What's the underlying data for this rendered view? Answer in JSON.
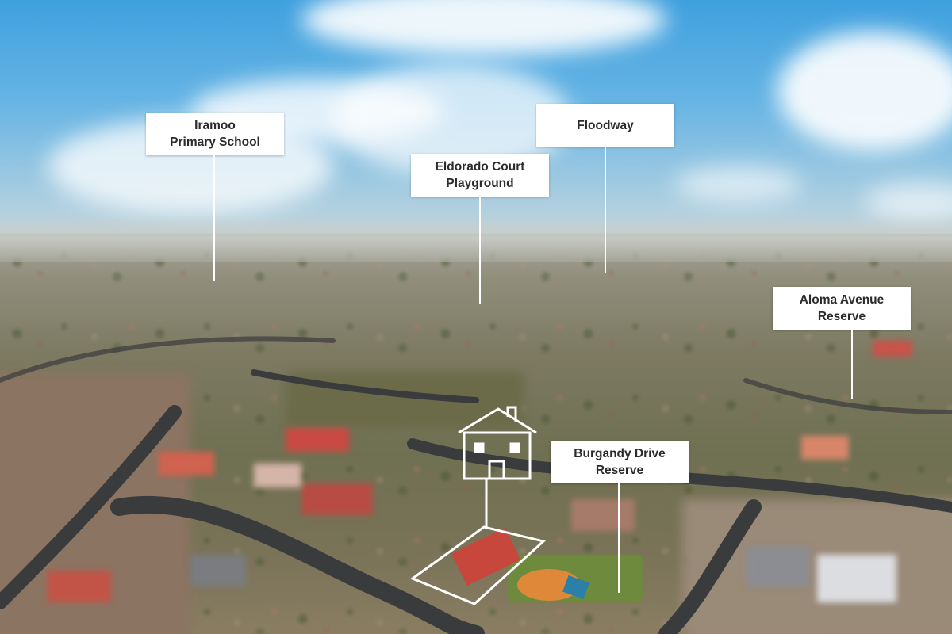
{
  "labels": [
    {
      "id": "iramoo",
      "text": "Iramoo\nPrimary School"
    },
    {
      "id": "eldorado",
      "text": "Eldorado Court\nPlayground"
    },
    {
      "id": "floodway",
      "text": "Floodway"
    },
    {
      "id": "aloma",
      "text": "Aloma Avenue\nReserve"
    },
    {
      "id": "burgandy",
      "text": "Burgandy Drive\nReserve"
    }
  ],
  "colors": {
    "label_bg": "#ffffff",
    "label_text": "#2b2b2b",
    "sky": "#5aa7dc",
    "roof_red": "#c8473c",
    "playground_orange": "#e0883a"
  },
  "icons": [
    "house-icon",
    "property-boundary-outline"
  ]
}
